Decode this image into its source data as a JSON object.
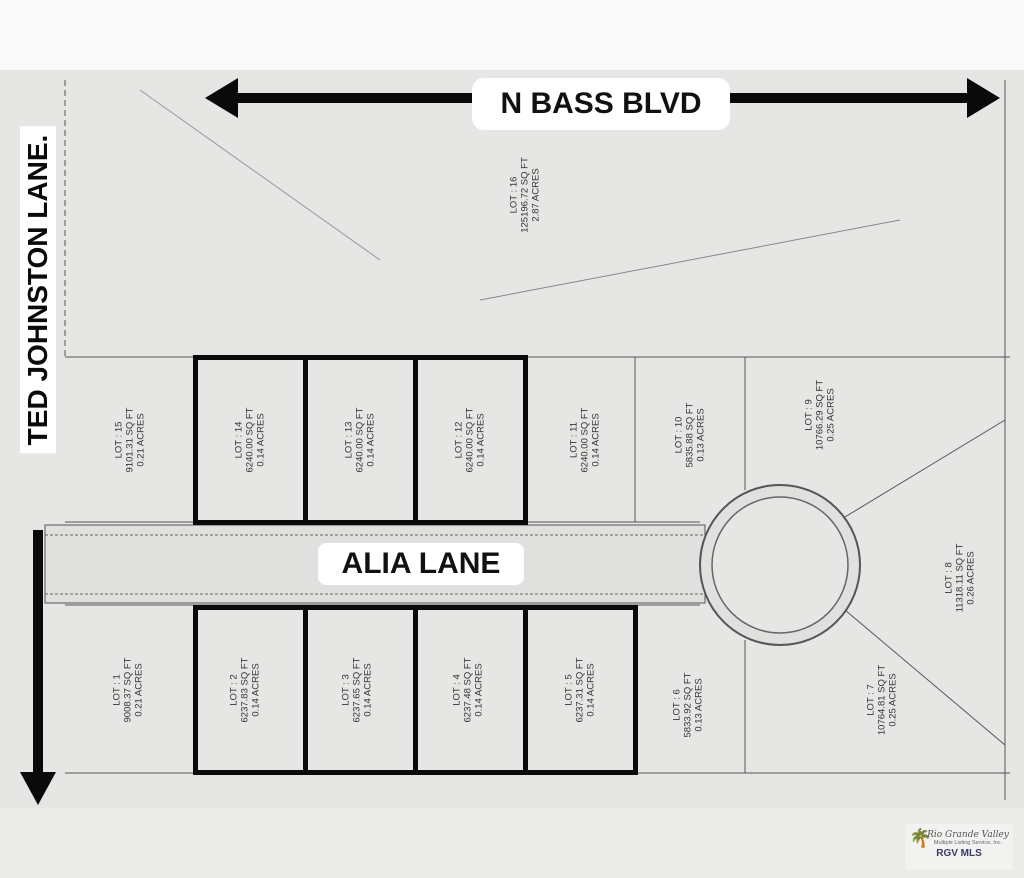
{
  "streets": {
    "north": "N BASS BLVD",
    "west": "TED JOHNSTON LANE.",
    "interior": "ALIA LANE"
  },
  "lots": [
    {
      "id": "lot-15",
      "label": "LOT : 15",
      "sqft": "9101.31 SQ FT",
      "acres": "0.21 ACRES",
      "highlighted": false
    },
    {
      "id": "lot-14",
      "label": "LOT : 14",
      "sqft": "6240.00 SQ FT",
      "acres": "0.14 ACRES",
      "highlighted": true
    },
    {
      "id": "lot-13",
      "label": "LOT : 13",
      "sqft": "6240.00 SQ FT",
      "acres": "0.14 ACRES",
      "highlighted": true
    },
    {
      "id": "lot-12",
      "label": "LOT : 12",
      "sqft": "6240.00 SQ FT",
      "acres": "0.14 ACRES",
      "highlighted": true
    },
    {
      "id": "lot-11",
      "label": "LOT : 11",
      "sqft": "6240.00 SQ FT",
      "acres": "0.14 ACRES",
      "highlighted": false
    },
    {
      "id": "lot-10",
      "label": "LOT : 10",
      "sqft": "5835.88 SQ FT",
      "acres": "0.13 ACRES",
      "highlighted": false
    },
    {
      "id": "lot-9",
      "label": "LOT : 9",
      "sqft": "10766.29 SQ FT",
      "acres": "0.25 ACRES",
      "highlighted": false
    },
    {
      "id": "lot-8",
      "label": "LOT : 8",
      "sqft": "11318.11 SQ FT",
      "acres": "0.26 ACRES",
      "highlighted": false
    },
    {
      "id": "lot-7",
      "label": "LOT : 7",
      "sqft": "10764.81 SQ FT",
      "acres": "0.25 ACRES",
      "highlighted": false
    },
    {
      "id": "lot-6",
      "label": "LOT : 6",
      "sqft": "5833.92 SQ FT",
      "acres": "0.13 ACRES",
      "highlighted": false
    },
    {
      "id": "lot-1",
      "label": "LOT : 1",
      "sqft": "9008.37 SQ FT",
      "acres": "0.21 ACRES",
      "highlighted": false
    },
    {
      "id": "lot-2",
      "label": "LOT : 2",
      "sqft": "6237.83 SQ FT",
      "acres": "0.14 ACRES",
      "highlighted": true
    },
    {
      "id": "lot-3",
      "label": "LOT : 3",
      "sqft": "6237.65 SQ FT",
      "acres": "0.14 ACRES",
      "highlighted": true
    },
    {
      "id": "lot-4",
      "label": "LOT : 4",
      "sqft": "6237.48 SQ FT",
      "acres": "0.14 ACRES",
      "highlighted": true
    },
    {
      "id": "lot-5",
      "label": "LOT : 5",
      "sqft": "6237.31 SQ FT",
      "acres": "0.14 ACRES",
      "highlighted": true
    },
    {
      "id": "lot-16",
      "label": "LOT : 16",
      "sqft": "125196.72 SQ FT",
      "acres": "2.87 ACRES",
      "highlighted": false
    }
  ],
  "logo": {
    "line1": "Rio Grande Valley",
    "line2": "Multiple Listing Service, Inc.",
    "line3": "RGV MLS"
  },
  "colors": {
    "highlight_border": "#0a0a0a",
    "background": "#e6e6e4",
    "logo_text": "#3b3a66"
  }
}
